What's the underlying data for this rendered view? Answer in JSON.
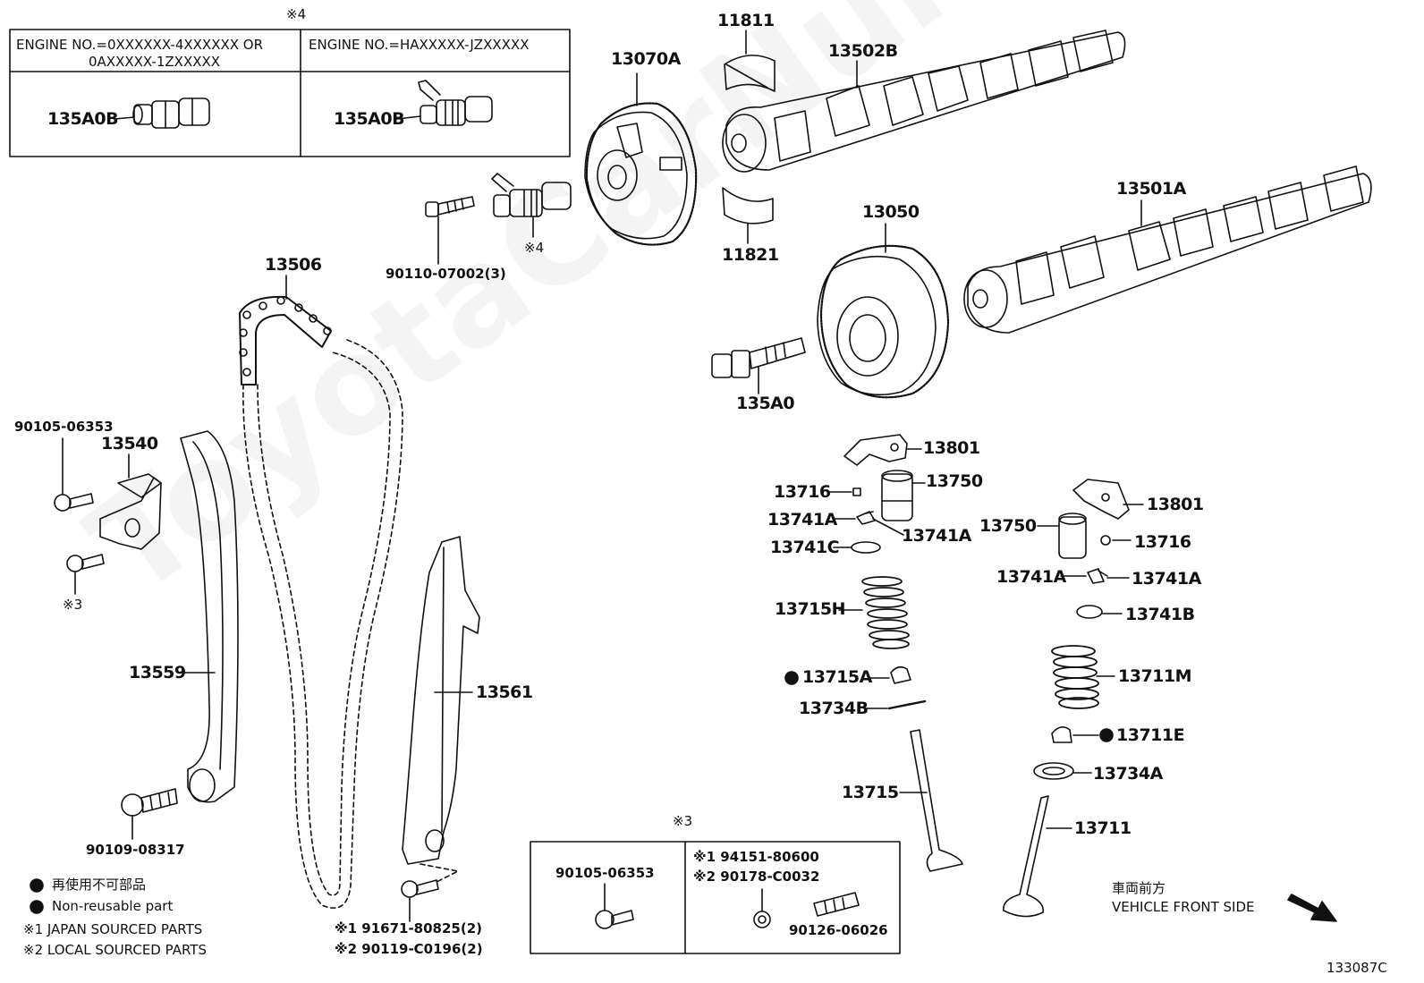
{
  "watermark": "ToyotaCarNumber.ru",
  "note_refs": {
    "n1": "※1",
    "n2": "※2",
    "n3": "※3",
    "n4": "※4"
  },
  "top_box": {
    "col1_header_line1": "ENGINE NO.=0XXXXXX-4XXXXXX OR",
    "col1_header_line2": "0AXXXXX-1ZXXXXX",
    "col2_header": "ENGINE NO.=HAXXXXX-JZXXXXX",
    "col1_part": "135A0B",
    "col2_part": "135A0B"
  },
  "parts": {
    "p13070A": "13070A",
    "p11811": "11811",
    "p13502B": "13502B",
    "p11821": "11821",
    "p13501A": "13501A",
    "p13050": "13050",
    "p135A0": "135A0",
    "p90110": "90110-07002(3)",
    "p13506": "13506",
    "p90105a": "90105-06353",
    "p13540": "13540",
    "p13559": "13559",
    "p13561": "13561",
    "p90109": "90109-08317",
    "p13801a": "13801",
    "p13716a": "13716",
    "p13750a": "13750",
    "p13741Aa": "13741A",
    "p13741Ab": "13741A",
    "p13741C": "13741C",
    "p13715H": "13715H",
    "p13715A": "13715A",
    "p13734B": "13734B",
    "p13715": "13715",
    "p13801b": "13801",
    "p13750b": "13750",
    "p13716b": "13716",
    "p13741Ac": "13741A",
    "p13741Ad": "13741A",
    "p13741B": "13741B",
    "p13711M": "13711M",
    "p13711E": "13711E",
    "p13734A": "13734A",
    "p13711": "13711"
  },
  "bottom_box": {
    "left_part": "90105-06353",
    "line1_ref": "※1",
    "line1_part": "94151-80600",
    "line2_ref": "※2",
    "line2_part": "90178-C0032",
    "stud_part": "90126-06026"
  },
  "chain_guide_bolts": {
    "line1_ref": "※1",
    "line1_part": "91671-80825(2)",
    "line2_ref": "※2",
    "line2_part": "90119-C0196(2)"
  },
  "legend": {
    "non_reusable_jp": "再使用不可部品",
    "non_reusable_en": "Non-reusable part",
    "japan_sourced": "※1 JAPAN SOURCED PARTS",
    "local_sourced": "※2 LOCAL SOURCED PARTS"
  },
  "direction": {
    "jp": "車両前方",
    "en": "VEHICLE FRONT SIDE"
  },
  "figure_id": "133087C"
}
